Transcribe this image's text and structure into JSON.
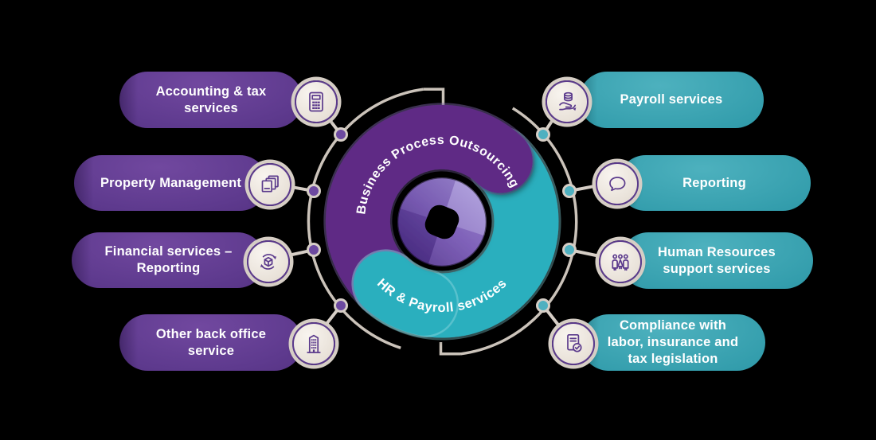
{
  "center": {
    "top_arc_label": "Business Process Outsourcing",
    "bottom_arc_label": "HR & Payroll services",
    "logo": "swirl-logo"
  },
  "left_items": [
    {
      "label": "Accounting & tax services",
      "icon": "calculator-icon"
    },
    {
      "label": "Property Management",
      "icon": "documents-icon"
    },
    {
      "label": "Financial services – Reporting",
      "icon": "cube-sync-icon"
    },
    {
      "label": "Other back office service",
      "icon": "building-icon"
    }
  ],
  "right_items": [
    {
      "label": "Payroll services",
      "icon": "coins-hand-icon"
    },
    {
      "label": "Reporting",
      "icon": "speech-bubble-icon"
    },
    {
      "label": "Human Resources support services",
      "icon": "people-icon"
    },
    {
      "label": "Compliance with labor, insurance and tax legislation",
      "icon": "document-check-icon"
    }
  ],
  "colors": {
    "background": "#000000",
    "purple_segment": "#5e2c85",
    "teal_segment": "#2aafbe",
    "pill_purple": "#5e3a8e",
    "pill_teal": "#339dac",
    "connector_beige": "#d6cec6",
    "icon_stroke": "#5b3a8c",
    "swirl_light": "#a796d8",
    "swirl_dark": "#4b2c7e",
    "text": "#ffffff"
  }
}
